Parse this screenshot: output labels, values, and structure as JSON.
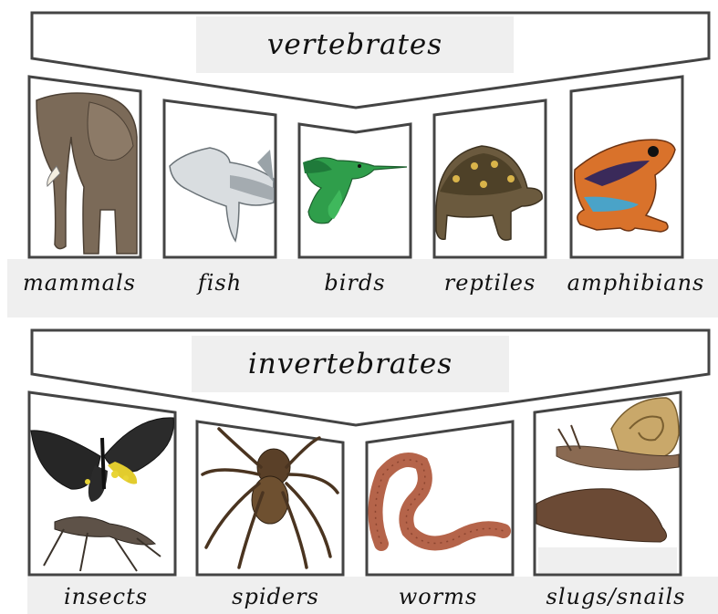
{
  "vertebrates": {
    "title": "vertebrates",
    "items": [
      {
        "label": "mammals",
        "icon": "elephant-icon"
      },
      {
        "label": "fish",
        "icon": "hammerhead-shark-icon"
      },
      {
        "label": "birds",
        "icon": "hummingbird-icon"
      },
      {
        "label": "reptiles",
        "icon": "tortoise-icon"
      },
      {
        "label": "amphibians",
        "icon": "poison-dart-frog-icon"
      }
    ]
  },
  "invertebrates": {
    "title": "invertebrates",
    "items": [
      {
        "label": "insects",
        "icon": "butterfly-and-ant-icon"
      },
      {
        "label": "spiders",
        "icon": "spider-icon"
      },
      {
        "label": "worms",
        "icon": "earthworm-icon"
      },
      {
        "label": "slugs/snails",
        "icon": "snail-and-slug-icon"
      }
    ]
  },
  "colors": {
    "outline": "#444444",
    "label_background": "#efefef"
  }
}
